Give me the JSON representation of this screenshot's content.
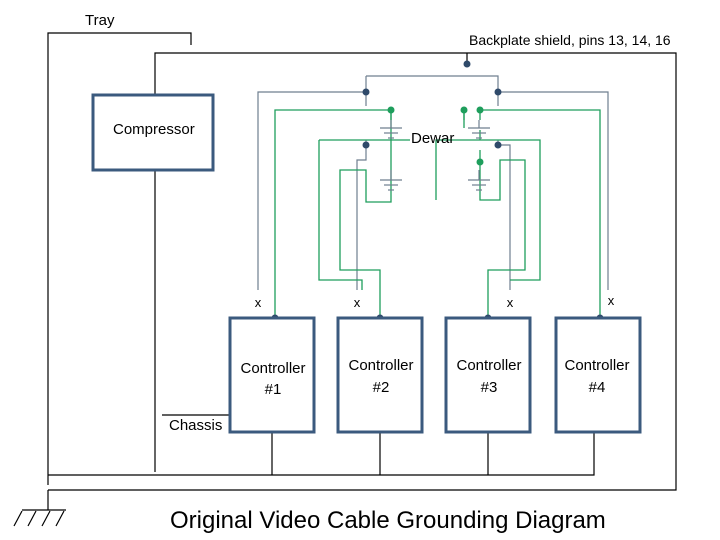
{
  "labels": {
    "tray": "Tray",
    "backplate": "Backplate shield, pins 13, 14, 16",
    "compressor": "Compressor",
    "dewar": "Dewar",
    "chassis": "Chassis",
    "controllers": [
      {
        "line1": "Controller",
        "line2": "#1"
      },
      {
        "line1": "Controller",
        "line2": "#2"
      },
      {
        "line1": "Controller",
        "line2": "#3"
      },
      {
        "line1": "Controller",
        "line2": "#4"
      }
    ],
    "no_connect_mark": "x",
    "title": "Original Video Cable Grounding Diagram"
  },
  "colors": {
    "box_stroke": "#3b5a7e",
    "shield_wire": "#6f7f8f",
    "ground_wire": "#1e9e5c",
    "node_blue": "#2f4a6a",
    "node_green": "#1e9e5c",
    "frame_wire": "#000000"
  }
}
